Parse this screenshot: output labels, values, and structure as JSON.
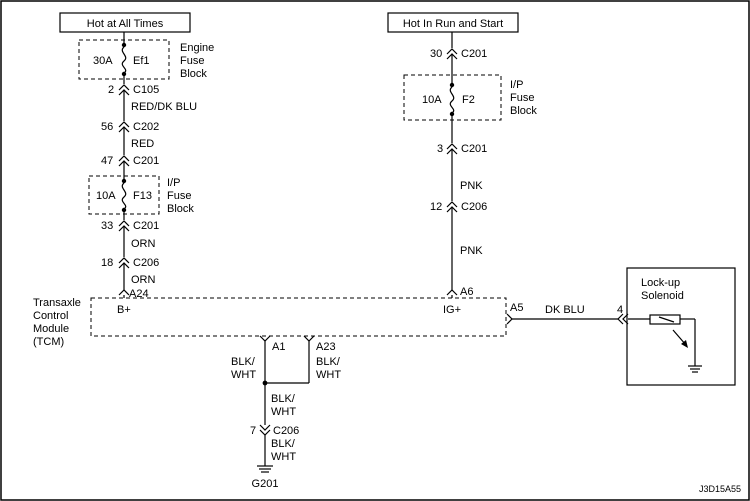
{
  "diagram_id": "J3D15A55",
  "power": {
    "hot_at_all_times": "Hot at All Times",
    "hot_in_run_and_start": "Hot In Run and Start"
  },
  "left_circuit": {
    "ef1_amp": "30A",
    "ef1_name": "Ef1",
    "ef1_block": [
      "Engine",
      "Fuse",
      "Block"
    ],
    "c105_pin": "2",
    "c105": "C105",
    "wire_red_dk_blu": "RED/DK BLU",
    "c202_pin": "56",
    "c202": "C202",
    "wire_red": "RED",
    "c201_pin_a": "47",
    "c201_a": "C201",
    "f13_amp": "10A",
    "f13_name": "F13",
    "f13_block": [
      "I/P",
      "Fuse",
      "Block"
    ],
    "c201_pin_b": "33",
    "c201_b": "C201",
    "wire_orn_a": "ORN",
    "c206_pin": "18",
    "c206": "C206",
    "wire_orn_b": "ORN",
    "tcm_pin_a24": "A24"
  },
  "right_circuit": {
    "c201_pin_top": "30",
    "c201_top": "C201",
    "f2_amp": "10A",
    "f2_name": "F2",
    "f2_block": [
      "I/P",
      "Fuse",
      "Block"
    ],
    "c201_pin_bot": "3",
    "c201_bot": "C201",
    "wire_pnk_a": "PNK",
    "c206_pin": "12",
    "c206": "C206",
    "wire_pnk_b": "PNK",
    "tcm_pin_a6": "A6"
  },
  "tcm": {
    "name": [
      "Transaxle",
      "Control",
      "Module",
      "(TCM)"
    ],
    "b_plus": "B+",
    "ig_plus": "IG+",
    "pin_a5": "A5",
    "pin_a1": "A1",
    "pin_a23": "A23"
  },
  "solenoid": {
    "wire": "DK BLU",
    "pin": "4",
    "name": [
      "Lock-up",
      "Solenoid"
    ]
  },
  "ground": {
    "wire_a1": [
      "BLK/",
      "WHT"
    ],
    "wire_a23": [
      "BLK/",
      "WHT"
    ],
    "wire_mid": [
      "BLK/",
      "WHT"
    ],
    "c206_pin": "7",
    "c206": "C206",
    "wire_bottom": [
      "BLK/",
      "WHT"
    ],
    "g201": "G201"
  }
}
